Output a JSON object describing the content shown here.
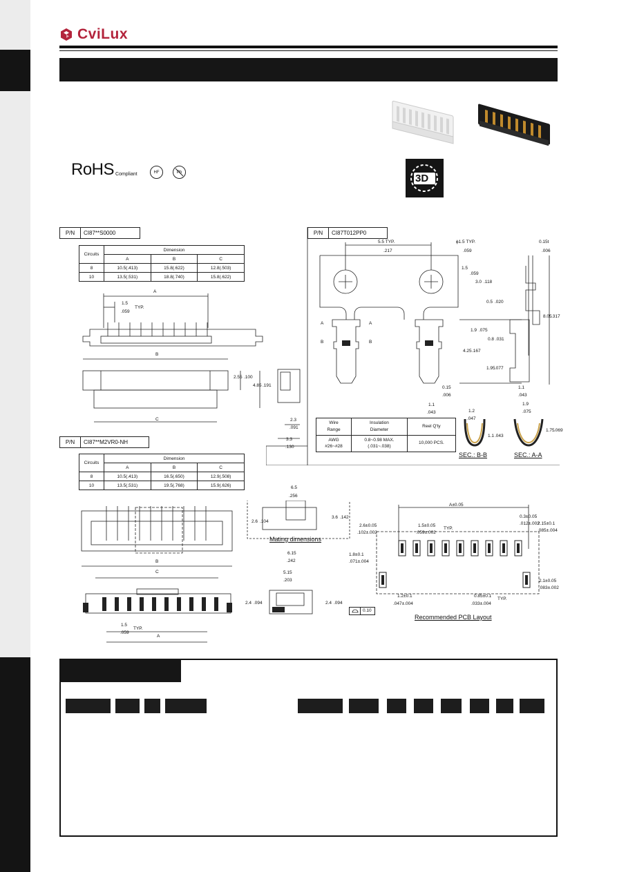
{
  "header": {
    "brand": "CviLux"
  },
  "badges": {
    "rohs": "RoHS",
    "compliant": "Compliant",
    "hf": "HF",
    "pb": "Pb"
  },
  "icon_3d": {
    "label": "3D"
  },
  "part_s0000": {
    "pn_label": "P/N",
    "pn_value": "CI87**S0000",
    "table": {
      "circuits_header": "Circuits",
      "dimension_header": "Dimension",
      "columns": [
        "A",
        "B",
        "C"
      ],
      "rows": [
        {
          "circuits": "8",
          "a": "10.5(.413)",
          "b": "15.8(.622)",
          "c": "12.8(.503)"
        },
        {
          "circuits": "10",
          "a": "13.5(.531)",
          "b": "18.8(.740)",
          "c": "15.8(.622)"
        }
      ]
    },
    "dims": {
      "a": "A",
      "pitch": "1.5",
      "pitch_in": ".059",
      "typ": "TYP.",
      "b": "B",
      "c": "C",
      "h1": "2.55",
      "h1_in": ".100",
      "h2": "4.85",
      "h2_in": ".191",
      "w1": "2.3",
      "w1_in": ".091",
      "w2": "3.3",
      "w2_in": ".130"
    }
  },
  "part_t012pp0": {
    "pn_label": "P/N",
    "pn_value": "CI87T012PP0",
    "dims": {
      "pitch": "5.5 TYP.",
      "pitch_in": ".217",
      "hole": "ϕ1.5 TYP.",
      "hole_in": ".059",
      "d1": "1.5",
      "d1_in": ".059",
      "d2": "3.0",
      "d2_in": ".118",
      "d3": "0.5",
      "d3_in": ".020",
      "d4": "1.9",
      "d4_in": ".075",
      "d5": "0.8",
      "d5_in": ".031",
      "d6": "4.25",
      "d6_in": ".167",
      "d7": "1.95",
      "d7_in": ".077",
      "d8": "8.05",
      "d8_in": ".317",
      "t": "0.15t",
      "t_in": ".006",
      "w": "1.1",
      "w_in": ".043",
      "tip": "0.15",
      "tip_in": ".006",
      "base": "1.1",
      "base_in": ".043",
      "secb_w": "1.2",
      "secb_w_in": ".047",
      "secb_h": "1.1",
      "secb_h_in": ".043",
      "seca_w": "1.9",
      "seca_w_in": ".075",
      "seca_h": "1.75",
      "seca_h_in": ".069",
      "sec_a": "A",
      "sec_b": "B"
    },
    "wire_table": {
      "h1": "Wire",
      "h1b": "Range",
      "h2": "Insulation",
      "h2b": "Diameter",
      "h3": "Reel Q'ty",
      "v1": "AWG",
      "v1b": "#26~#28",
      "v2": "0.8~0.98",
      "v2b": "(.031~.038)",
      "v2max": "MAX.",
      "v3": "10,000 PCS."
    },
    "sec_bb": "SEC.: B-B",
    "sec_aa": "SEC.: A-A"
  },
  "part_m2vr0": {
    "pn_label": "P/N",
    "pn_value": "CI87**M2VR0-NH",
    "table": {
      "circuits_header": "Circuits",
      "dimension_header": "Dimension",
      "columns": [
        "A",
        "B",
        "C"
      ],
      "rows": [
        {
          "circuits": "8",
          "a": "10.5(.413)",
          "b": "16.5(.650)",
          "c": "12.9(.508)"
        },
        {
          "circuits": "10",
          "a": "13.5(.531)",
          "b": "19.5(.768)",
          "c": "15.9(.626)"
        }
      ]
    },
    "dims": {
      "b": "B",
      "c": "C",
      "a": "A",
      "pitch": "1.5",
      "pitch_in": ".059",
      "typ": "TYP.",
      "mate_w": "6.5",
      "mate_w_in": ".256",
      "mate_h1": "2.6",
      "mate_h1_in": ".104",
      "mate_h2": "3.6",
      "mate_h2_in": ".142",
      "side_w1": "6.15",
      "side_w1_in": ".242",
      "side_w2": "5.15",
      "side_w2_in": ".203",
      "side_h": "2.4",
      "side_h_in": ".094",
      "flat": "0.10"
    },
    "mating_caption": "Mating dimensions"
  },
  "pcb": {
    "a": "A±0.05",
    "p1": "2.6±0.05",
    "p1_in": ".102±.002",
    "p2": "1.5±0.05",
    "p2_in": ".059±.002",
    "typ": "TYP.",
    "p3": "0.3±0.05",
    "p3_in": ".012±.002",
    "p4": "2.15±0.1",
    "p4_in": ".085±.004",
    "p5": "1.8±0.1",
    "p5_in": ".071±.004",
    "p6": "1.2±0.1",
    "p6_in": ".047±.004",
    "p7": "0.85±0.1",
    "p7_in": ".033±.004",
    "p8": "2.1±0.05",
    "p8_in": ".083±.002",
    "caption": "Recommended PCB Layout"
  }
}
